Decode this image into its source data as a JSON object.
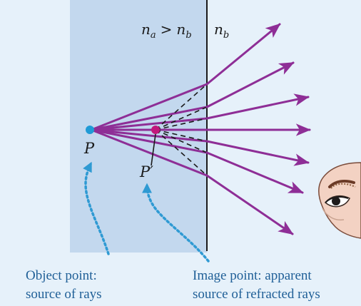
{
  "labels": {
    "medium_a_lhs": "n",
    "medium_a_sub": "a",
    "gt": ">",
    "medium_b_lhs": "n",
    "medium_b_sub": "b",
    "medium_b_right": "n",
    "medium_b_right_sub": "b",
    "object_point": "P",
    "image_point": "P′"
  },
  "captions": {
    "object_line1": "Object point:",
    "object_line2": "source of rays",
    "image_line1": "Image point: apparent",
    "image_line2": "source of refracted rays"
  },
  "colors": {
    "background": "#e6f1fa",
    "medium_a": "#c3d8ee",
    "ray": "#8e2e96",
    "object_dot": "#1f9ad6",
    "image_dot": "#c2187c",
    "caption": "#1f5f97",
    "pointer": "#2f9ad3"
  }
}
